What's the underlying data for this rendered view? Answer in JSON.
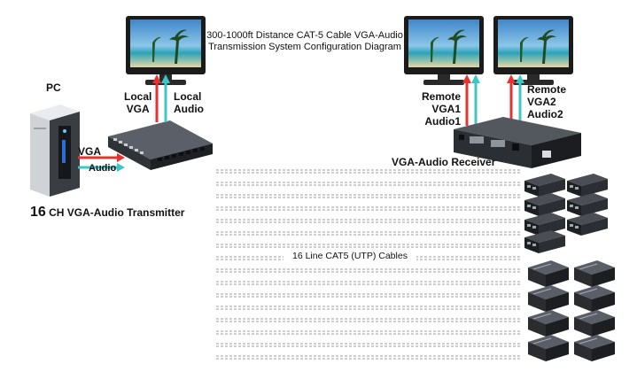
{
  "title": {
    "line1": "300-1000ft Distance CAT-5 Cable VGA-Audio",
    "line2": "Transmission System Configuration Diagram"
  },
  "pc": {
    "label": "PC"
  },
  "signals": {
    "vga": "VGA",
    "audio": "Audio",
    "local_vga": [
      "Local",
      "VGA"
    ],
    "local_audio": [
      "Local",
      "Audio"
    ],
    "remote1": [
      "Remote",
      "VGA1",
      "Audio1"
    ],
    "remote2": [
      "Remote",
      "VGA2",
      "Audio2"
    ]
  },
  "transmitter": {
    "count": "16",
    "label": " CH VGA-Audio Transmitter"
  },
  "receiver": {
    "label": "VGA-Audio Receiver"
  },
  "cables": {
    "label": "16 Line CAT5 (UTP) Cables"
  },
  "colors": {
    "vga_arrow": "#e8322f",
    "audio_arrow": "#3cc6c8",
    "cable": "#bdbdbd"
  }
}
